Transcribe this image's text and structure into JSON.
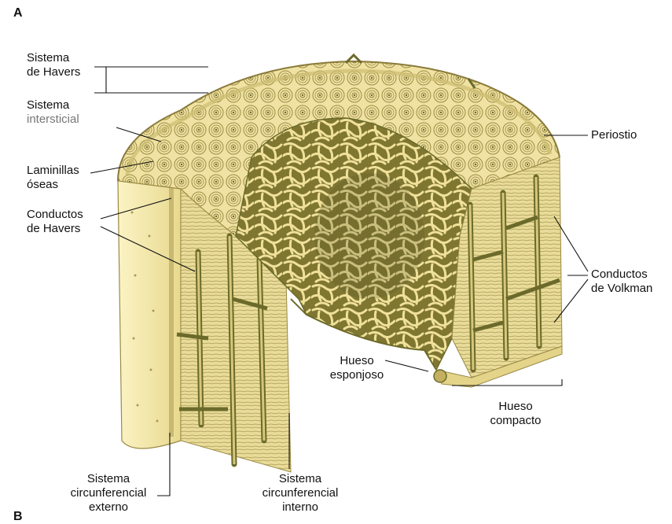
{
  "panel_letter": "A",
  "next_panel_letter": "B",
  "labels": {
    "sistema_havers_1": "Sistema",
    "sistema_havers_2": "de Havers",
    "sistema_intersticial_1": "Sistema",
    "sistema_intersticial_2": "intersticial",
    "laminillas_1": "Laminillas",
    "laminillas_2": "óseas",
    "conductos_havers_1": "Conductos",
    "conductos_havers_2": "de Havers",
    "periostio": "Periostio",
    "conductos_volkman_1": "Conductos",
    "conductos_volkman_2": "de Volkman",
    "hueso_esponjoso_1": "Hueso",
    "hueso_esponjoso_2": "esponjoso",
    "hueso_compacto_1": "Hueso",
    "hueso_compacto_2": "compacto",
    "circ_externo_1": "Sistema",
    "circ_externo_2": "circunferencial",
    "circ_externo_3": "externo",
    "circ_interno_1": "Sistema",
    "circ_interno_2": "circunferencial",
    "circ_interno_3": "interno"
  },
  "colors": {
    "bone_light": "#efe4a8",
    "bone_mid": "#d8c878",
    "bone_dark": "#8a7a3a",
    "canal_green": "#6b6a2a",
    "leader_line": "#111111"
  }
}
